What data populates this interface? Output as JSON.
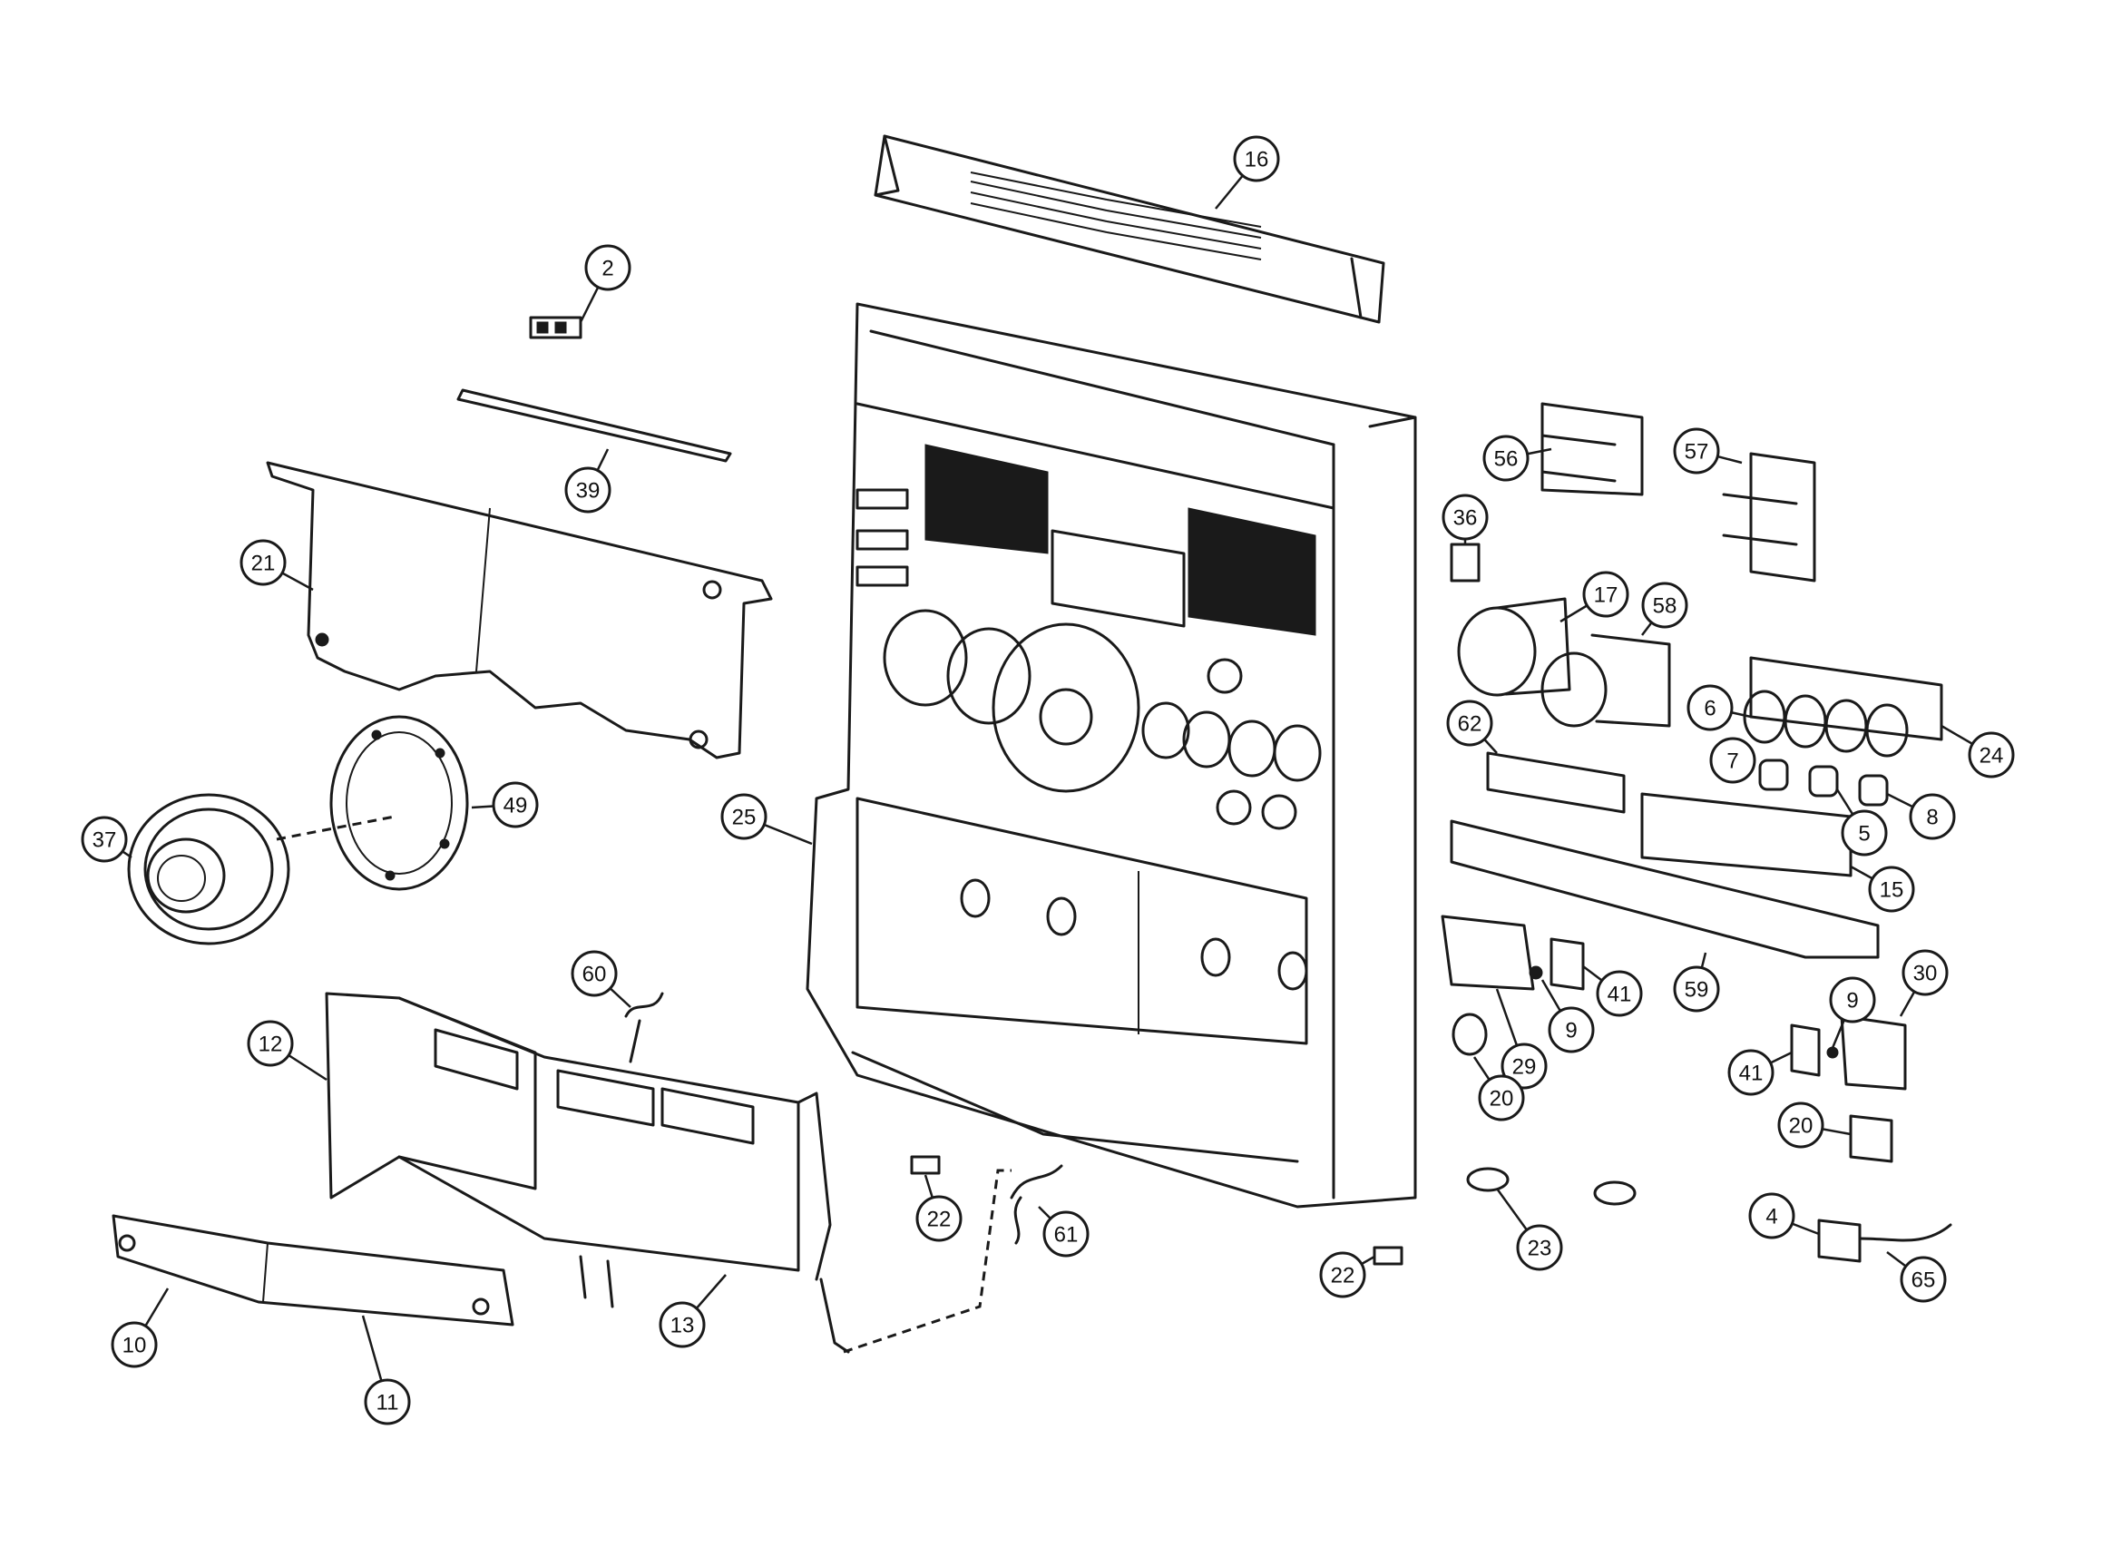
{
  "callouts": [
    {
      "label": "16"
    },
    {
      "label": "2"
    },
    {
      "label": "39"
    },
    {
      "label": "21"
    },
    {
      "label": "56"
    },
    {
      "label": "57"
    },
    {
      "label": "36"
    },
    {
      "label": "17"
    },
    {
      "label": "58"
    },
    {
      "label": "6"
    },
    {
      "label": "24"
    },
    {
      "label": "62"
    },
    {
      "label": "7"
    },
    {
      "label": "5"
    },
    {
      "label": "8"
    },
    {
      "label": "15"
    },
    {
      "label": "25"
    },
    {
      "label": "37"
    },
    {
      "label": "49"
    },
    {
      "label": "60"
    },
    {
      "label": "12"
    },
    {
      "label": "41"
    },
    {
      "label": "59"
    },
    {
      "label": "29"
    },
    {
      "label": "9"
    },
    {
      "label": "30"
    },
    {
      "label": "9"
    },
    {
      "label": "41"
    },
    {
      "label": "20"
    },
    {
      "label": "20"
    },
    {
      "label": "22"
    },
    {
      "label": "61"
    },
    {
      "label": "13"
    },
    {
      "label": "10"
    },
    {
      "label": "11"
    },
    {
      "label": "22"
    },
    {
      "label": "23"
    },
    {
      "label": "4"
    },
    {
      "label": "65"
    }
  ],
  "colors": {
    "ink": "#1a1a1a",
    "paper": "#ffffff"
  }
}
